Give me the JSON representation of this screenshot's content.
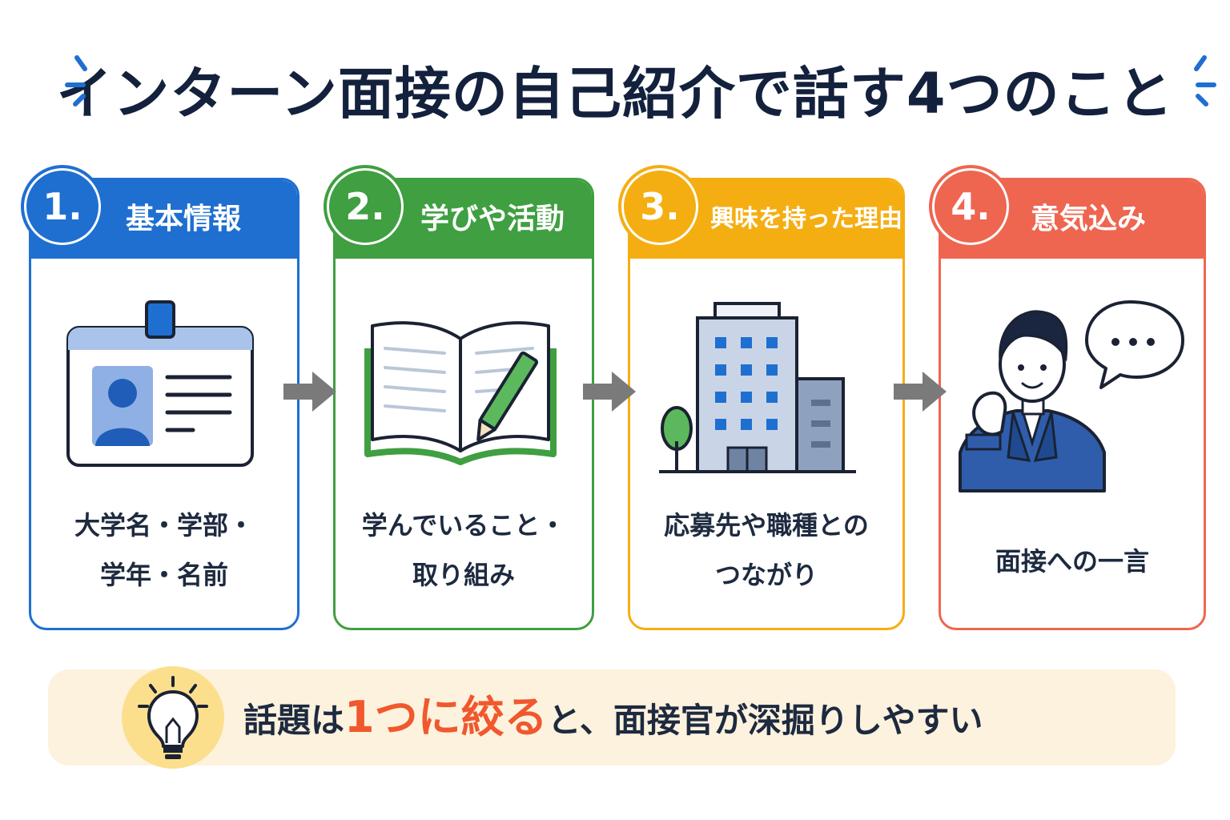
{
  "title": "インターン面接の自己紹介で話す4つのこと",
  "colors": {
    "blue": "#1f6fd1",
    "green": "#3f9f41",
    "yellow": "#f5ae12",
    "red": "#ee6650",
    "arrow": "#7a7a7a",
    "tip_highlight": "#f0582d"
  },
  "steps": [
    {
      "number": "1.",
      "label": "基本情報",
      "line1": "大学名・学部・",
      "line2": "学年・名前",
      "icon": "id-card-icon"
    },
    {
      "number": "2.",
      "label": "学びや活動",
      "line1": "学んでいること・",
      "line2": "取り組み",
      "icon": "notebook-pen-icon"
    },
    {
      "number": "3.",
      "label": "興味を持った理由",
      "line1": "応募先や職種との",
      "line2": "つながり",
      "icon": "office-building-icon"
    },
    {
      "number": "4.",
      "label": "意気込み",
      "line1": "面接への一言",
      "line2": "",
      "icon": "businessman-speech-icon"
    }
  ],
  "tip": {
    "icon": "lightbulb-icon",
    "before": "話題は",
    "highlight": "1つに絞る",
    "after": "と、面接官が深掘りしやすい"
  }
}
